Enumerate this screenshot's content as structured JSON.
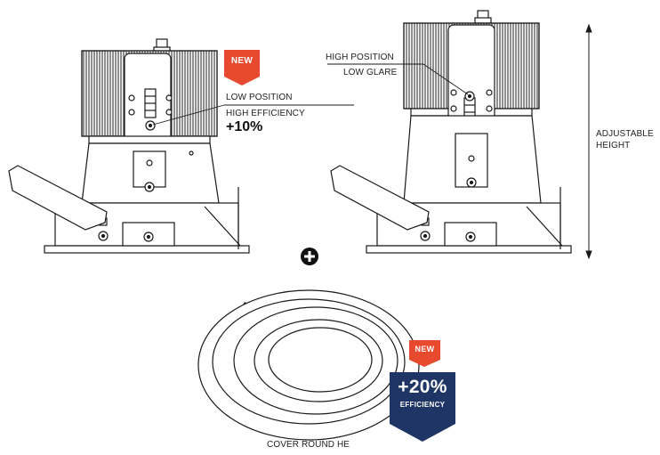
{
  "badges": {
    "new_top": "NEW",
    "new_bottom": "NEW",
    "efficiency_value": "+20%",
    "efficiency_label": "EFFICIENCY"
  },
  "left_fixture": {
    "position_label": "LOW POSITION",
    "efficiency_label": "HIGH EFFICIENCY",
    "efficiency_value": "+10%"
  },
  "right_fixture": {
    "position_label": "HIGH POSITION",
    "glare_label": "LOW GLARE"
  },
  "dimension": {
    "line1": "ADJUSTABLE",
    "line2": "HEIGHT"
  },
  "cover": {
    "caption": "COVER ROUND HE"
  },
  "plus_symbol": "+",
  "colors": {
    "new_badge": "#e84a2f",
    "efficiency_badge": "#1f3566",
    "line": "#1a1a1a"
  }
}
